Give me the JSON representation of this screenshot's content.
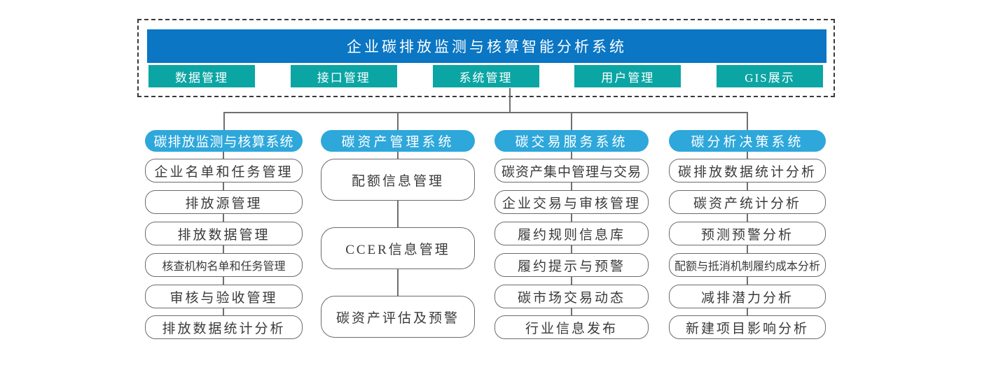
{
  "header": {
    "title": "企业碳排放监测与核算智能分析系统",
    "menu": [
      {
        "label": "数据管理"
      },
      {
        "label": "接口管理"
      },
      {
        "label": "系统管理"
      },
      {
        "label": "用户管理"
      },
      {
        "label": "GIS展示"
      }
    ]
  },
  "columns": [
    {
      "title": "碳排放监测与核算系统",
      "items": [
        "企业名单和任务管理",
        "排放源管理",
        "排放数据管理",
        "核查机构名单和任务管理",
        "审核与验收管理",
        "排放数据统计分析"
      ]
    },
    {
      "title": "碳资产管理系统",
      "items": [
        "配额信息管理",
        "CCER信息管理",
        "碳资产评估及预警"
      ]
    },
    {
      "title": "碳交易服务系统",
      "items": [
        "碳资产集中管理与交易",
        "企业交易与审核管理",
        "履约规则信息库",
        "履约提示与预警",
        "碳市场交易动态",
        "行业信息发布"
      ]
    },
    {
      "title": "碳分析决策系统",
      "items": [
        "碳排放数据统计分析",
        "碳资产统计分析",
        "预测预警分析",
        "配额与抵消机制履约成本分析",
        "减排潜力分析",
        "新建项目影响分析"
      ]
    }
  ],
  "colors": {
    "title_bar": "#0a76c4",
    "menu_button": "#0ba5a4",
    "column_header": "#2ea7db",
    "connector": "#6f6f6f",
    "item_border": "#6b6b6b",
    "dashed_border": "#3a3a3a"
  }
}
